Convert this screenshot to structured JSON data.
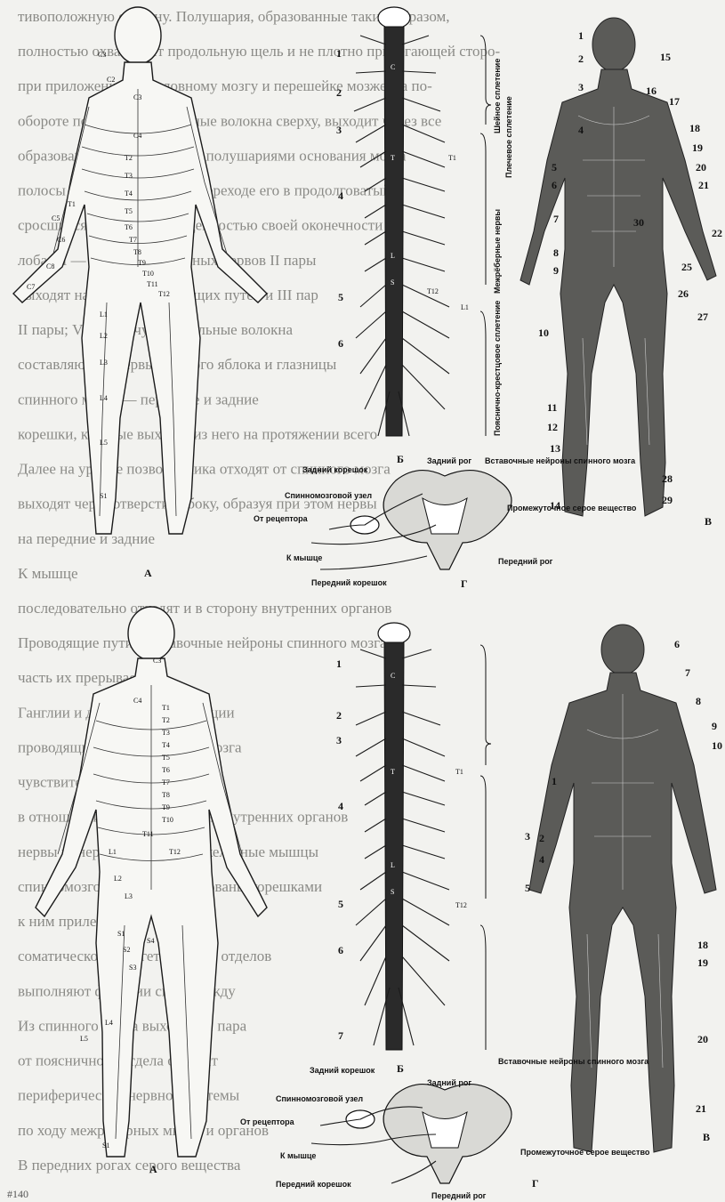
{
  "background_text_lines": [
    "тивоположную сторону. Полушария, образованные таким образом,",
    "полностью охватывает продольную щель и не плотно прилегающей сторо-",
    "при приложенных к головному мозгу и перешейке мозжечка по-",
    "обороте покрываются нервные волокна сверху, выходит через все",
    "образованным продольными полушариями основания мозга",
    "полосы спинного мозга. На переходе его в продолговатый",
    "сросшиеся перекрёстом и ценностью своей оконечности",
    "лоба VI — VIII пары черепных нервов II пары",
    "выходят на уровне проводящих путей и III пар",
    "II пары; V пара, а чувствительные волокна",
    "составляющие нервы глазного яблока и глазницы",
    "спинного мозга — передние и задние",
    "корешки, которые выходят из него на протяжении всего",
    "Далее на уровне позвоночника отходят от спинного мозга",
    "выходят через отверстия сбоку, образуя при этом нервы",
    "на передние и задние",
    "К мышце",
    "последовательно отходят и в сторону внутренних органов",
    "Проводящие пути и вставочные нейроны спинного мозга",
    "часть их прерывается",
    "Ганглии и двигательные функции",
    "проводящих путей спинного мозга",
    "чувствительные и двигательные",
    "в отношении органов чувств и внутренних органов",
    "нервы иннервируют кожу и скелетные мышцы",
    "спинномозговые нервы образованы корешками",
    "к ним прилежат",
    "соматического и вегетативного отделов",
    "выполняют функции связи между",
    "Из спинного мозга выходят 31 пара",
    "от поясничного отдела отходит",
    "периферической нервной системы",
    "по ходу межрёберных мышц и органов",
    "В передних рогах серого вещества"
  ],
  "panels": {
    "top": {
      "dermatome_letter": "А",
      "dermatome_labels": [
        "C3",
        "C2",
        "C3",
        "C4",
        "T2",
        "T3",
        "T4",
        "T5",
        "T6",
        "T7",
        "T8",
        "T9",
        "T10",
        "T11",
        "T12",
        "L1",
        "L2",
        "L3",
        "L4",
        "L5",
        "S1",
        "C5",
        "C6",
        "C7",
        "C8",
        "T1"
      ],
      "spinal_letter": "Б",
      "spinal_numbers": [
        "1",
        "2",
        "3",
        "4",
        "5",
        "6"
      ],
      "spinal_region_letters": [
        "C",
        "T",
        "L",
        "S"
      ],
      "plexus_labels": [
        "Шейное сплетение",
        "Плечевое сплетение",
        "Межрёберные нервы",
        "Пояснично-крестцовое сплетение"
      ],
      "tick_labels": [
        "T1",
        "T12",
        "L1"
      ],
      "muscle_letter": "В",
      "muscle_numbers_left": [
        "1",
        "2",
        "3",
        "4",
        "5",
        "6",
        "7",
        "8",
        "9",
        "10",
        "11",
        "12",
        "13",
        "14"
      ],
      "muscle_numbers_right": [
        "15",
        "16",
        "17",
        "18",
        "19",
        "20",
        "21",
        "30",
        "22",
        "25",
        "26",
        "27",
        "28",
        "29"
      ],
      "cross_section_letter": "Г",
      "cross_section": {
        "dorsal_root": "Задний корешок",
        "dorsal_horn": "Задний рог",
        "interneurons": "Вставочные нейроны спинного мозга",
        "ganglion": "Спинномозговой узел",
        "from_receptor": "От рецептора",
        "intermediate_gray": "Промежуточное серое вещество",
        "to_muscle": "К мышце",
        "ventral_horn": "Передний рог",
        "ventral_root": "Передний корешок"
      }
    },
    "bottom": {
      "dermatome_letter": "А",
      "dermatome_labels": [
        "C3",
        "C4",
        "T1",
        "T2",
        "T3",
        "T4",
        "T5",
        "T6",
        "T7",
        "T8",
        "T9",
        "T10",
        "T11",
        "T12",
        "L1",
        "L2",
        "L3",
        "S1",
        "S2",
        "S3",
        "S4",
        "L5",
        "L4",
        "S1"
      ],
      "spinal_letter": "Б",
      "spinal_numbers": [
        "1",
        "2",
        "3",
        "4",
        "5",
        "6",
        "7"
      ],
      "spinal_region_letters": [
        "C",
        "T",
        "L",
        "S"
      ],
      "tick_labels": [
        "T1",
        "T12"
      ],
      "muscle_letter": "В",
      "muscle_numbers_left": [
        "1",
        "2",
        "3",
        "4",
        "5"
      ],
      "muscle_numbers_right": [
        "6",
        "7",
        "8",
        "9",
        "10",
        "18",
        "19",
        "20",
        "21"
      ],
      "cross_section_letter": "Г",
      "cross_section": {
        "dorsal_root": "Задний корешок",
        "dorsal_horn": "Задний рог",
        "interneurons": "Вставочные нейроны спинного мозга",
        "ganglion": "Спинномозговой узел",
        "from_receptor": "От рецептора",
        "intermediate_gray": "Промежуточное серое вещество",
        "to_muscle": "К мышце",
        "ventral_horn": "Передний рог",
        "ventral_root": "Передний корешок"
      }
    }
  },
  "page_number": "#140"
}
